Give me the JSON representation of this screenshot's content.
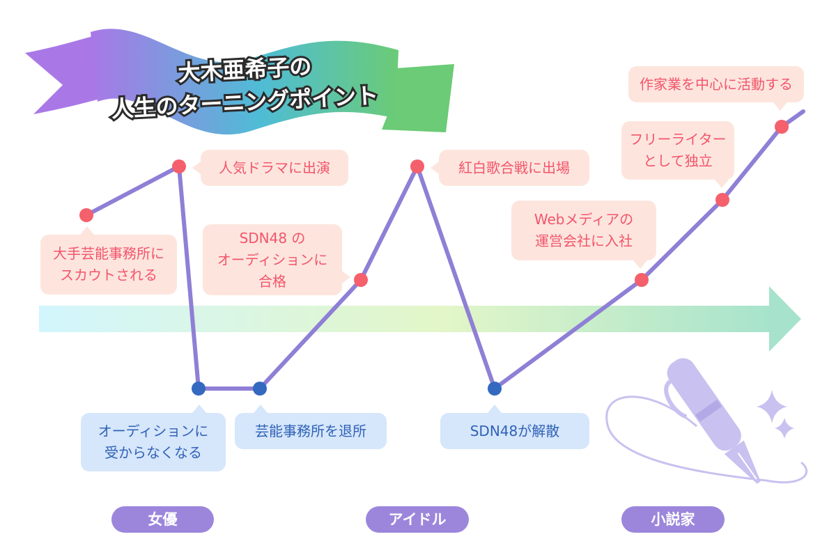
{
  "title": {
    "line1": "大木亜希子の",
    "line2": "人生のターニングポイント"
  },
  "events": [
    {
      "id": "e1",
      "lines": [
        "大手芸能事務所に",
        "スカウトされる"
      ],
      "kind": "up"
    },
    {
      "id": "e2",
      "lines": [
        "人気ドラマに出演"
      ],
      "kind": "up"
    },
    {
      "id": "e3",
      "lines": [
        "オーディションに",
        "受からなくなる"
      ],
      "kind": "down"
    },
    {
      "id": "e4",
      "lines": [
        "芸能事務所を退所"
      ],
      "kind": "down"
    },
    {
      "id": "e5",
      "lines": [
        "SDN48 の",
        "オーディションに",
        "合格"
      ],
      "kind": "up"
    },
    {
      "id": "e6",
      "lines": [
        "紅白歌合戦に出場"
      ],
      "kind": "up"
    },
    {
      "id": "e7",
      "lines": [
        "SDN48が解散"
      ],
      "kind": "down"
    },
    {
      "id": "e8",
      "lines": [
        "Webメディアの",
        "運営会社に入社"
      ],
      "kind": "up"
    },
    {
      "id": "e9",
      "lines": [
        "フリーライター",
        "として独立"
      ],
      "kind": "up"
    },
    {
      "id": "e10",
      "lines": [
        "作家業を中心に活動する"
      ],
      "kind": "up"
    }
  ],
  "phases": [
    {
      "label": "女優"
    },
    {
      "label": "アイドル"
    },
    {
      "label": "小説家"
    }
  ],
  "colors": {
    "line": "#8f7fd6",
    "up_dot": "#f4606b",
    "down_dot": "#3369bf",
    "up_box": "#fde5de",
    "up_text": "#f2556a",
    "down_box": "#d6e6fb",
    "down_text": "#2f62b6",
    "pill": "#9c86dc",
    "arrow_start": "#d2f6fd",
    "arrow_mid": "#e3f6c8",
    "arrow_end": "#a7e3cc",
    "ribbon_start": "#a978e6",
    "ribbon_mid": "#4fbcd6",
    "ribbon_end": "#6bcb76",
    "pen": "#c9c1ef"
  },
  "icons": {
    "timeline": "timeline-arrow",
    "pen": "fountain-pen-icon",
    "sparkle": "sparkle-icon"
  }
}
